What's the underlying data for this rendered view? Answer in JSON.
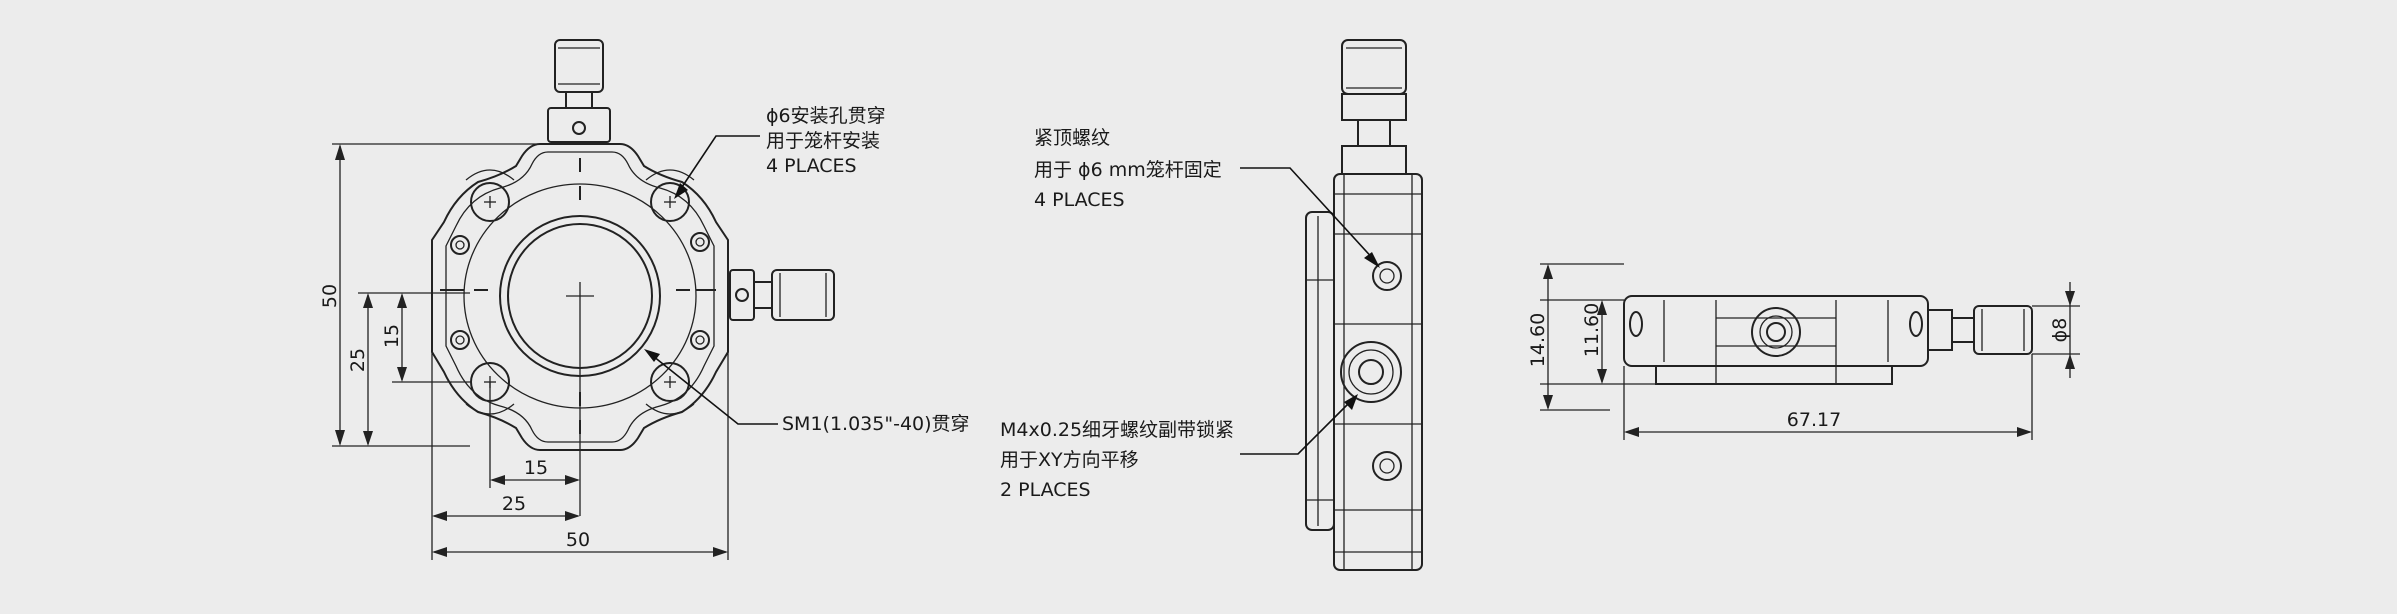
{
  "colors": {
    "background": "#ececec",
    "ink": "#222222"
  },
  "front_view": {
    "dim_overall_height": "50",
    "dim_v25": "25",
    "dim_v15": "15",
    "dim_h15": "15",
    "dim_h25": "25",
    "dim_overall_width": "50",
    "note_mount": [
      "ϕ6安装孔贯穿",
      "用于笼杆安装",
      "4 PLACES"
    ],
    "note_thread": "SM1(1.035\"-40)贯穿"
  },
  "side_view": {
    "note_setscrew": [
      "紧顶螺纹",
      "用于 ϕ6 mm笼杆固定",
      "4 PLACES"
    ],
    "note_adjust": [
      "M4x0.25细牙螺纹副带锁紧",
      "用于XY方向平移",
      "2 PLACES"
    ]
  },
  "top_view": {
    "dim_14_60": "14.60",
    "dim_11_60": "11.60",
    "dim_67_17": "67.17",
    "dim_phi8": "ϕ8"
  }
}
